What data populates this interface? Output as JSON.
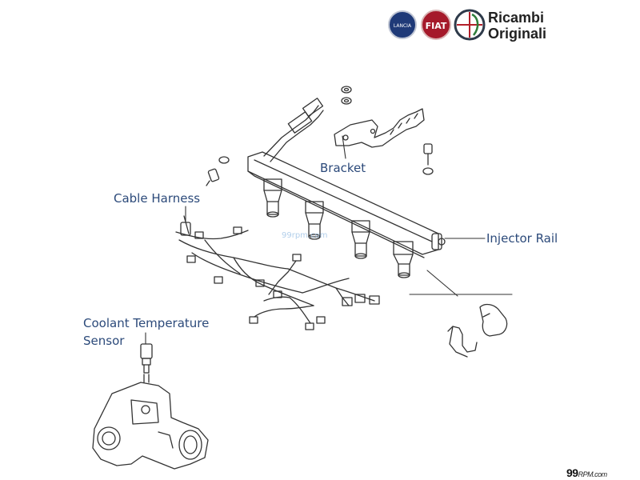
{
  "brand": {
    "line1": "Ricambi",
    "line2": "Originali",
    "badges": [
      {
        "name": "lancia-badge",
        "text": "LANCIA",
        "color": "#1f3a78"
      },
      {
        "name": "fiat-badge",
        "text": "FIAT",
        "color": "#a5192a"
      },
      {
        "name": "alfa-romeo-badge",
        "text": "",
        "color": "#2e7d3a"
      }
    ]
  },
  "labels": {
    "bracket": "Bracket",
    "cable_harness": "Cable Harness",
    "injector_rail": "Injector Rail",
    "coolant_line1": "Coolant Temperature",
    "coolant_line2": "Sensor"
  },
  "watermark": "99rpm.com",
  "footer": {
    "main": "99",
    "sub": "RPM.com"
  },
  "colors": {
    "label": "#2c4a7a",
    "line": "#333333"
  }
}
